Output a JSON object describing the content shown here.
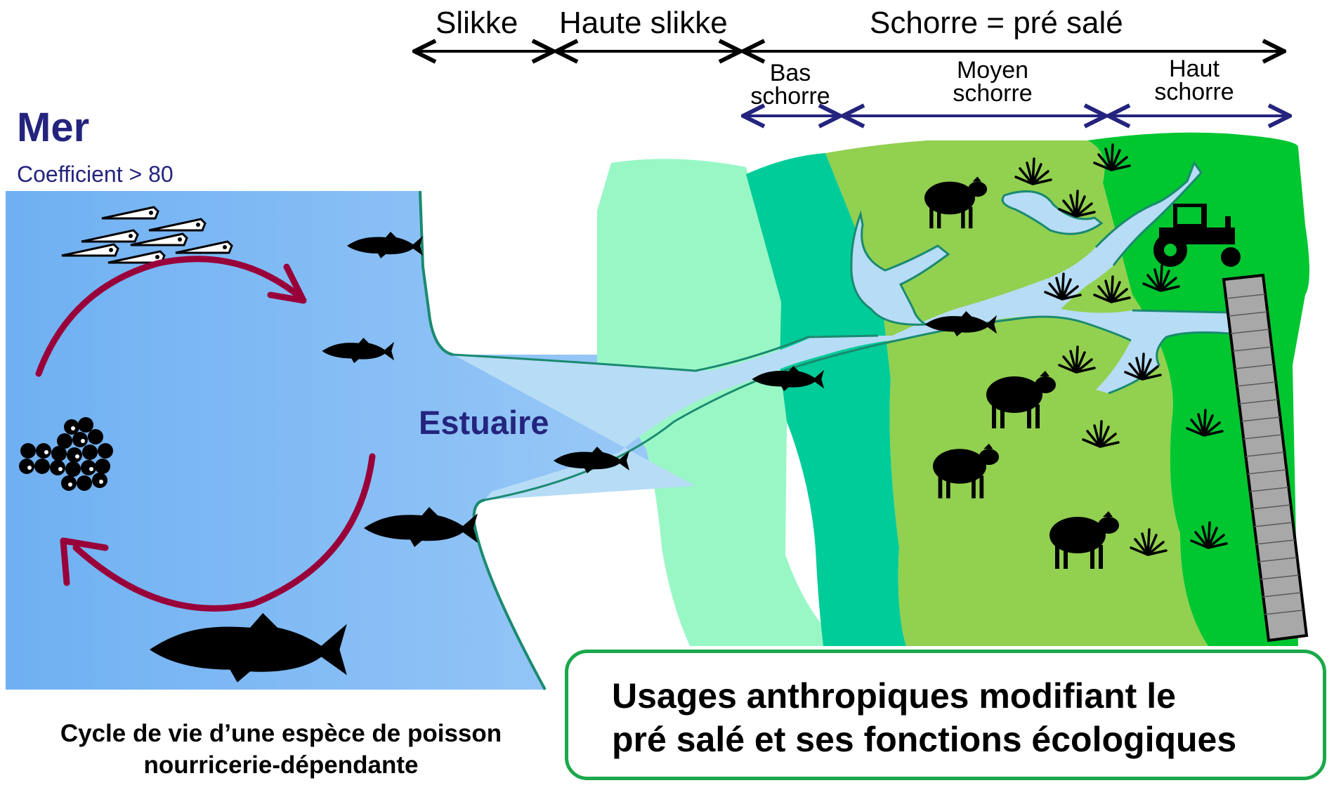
{
  "zones": {
    "slikke": "Slikke",
    "haute_slikke": "Haute slikke",
    "schorre": "Schorre = pré salé",
    "bas_schorre": [
      "Bas",
      "schorre"
    ],
    "moyen_schorre": [
      "Moyen",
      "schorre"
    ],
    "haut_schorre": [
      "Haut",
      "schorre"
    ]
  },
  "sea": {
    "title": "Mer",
    "coefficient": "Coefficient > 80"
  },
  "estuary_label": "Estuaire",
  "cycle_caption": [
    "Cycle de vie d’une espèce de poisson",
    "nourricerie-dépendante"
  ],
  "usage_box": [
    "Usages anthropiques modifiant le",
    "pré salé et ses fonctions écologiques"
  ],
  "icons": [
    "fish-larvae-icon",
    "fish-egg-cluster-icon",
    "fish-icon",
    "sheep-icon",
    "tractor-icon",
    "grass-tuft-icon",
    "dike-wall-icon",
    "cycle-arrow-icon"
  ],
  "colors": {
    "sea": "#8cc0f5",
    "channel": "#b7dcf5",
    "slikke": "#99f7c6",
    "haute_slikke": "#00cc99",
    "bas_schorre": "#00cc99",
    "moyen_schorre": "#92d050",
    "haut_schorre": "#00c630",
    "cycle_arrow": "#99003a",
    "zone_arrow": "#24247e",
    "box_border": "#1aa84a"
  }
}
